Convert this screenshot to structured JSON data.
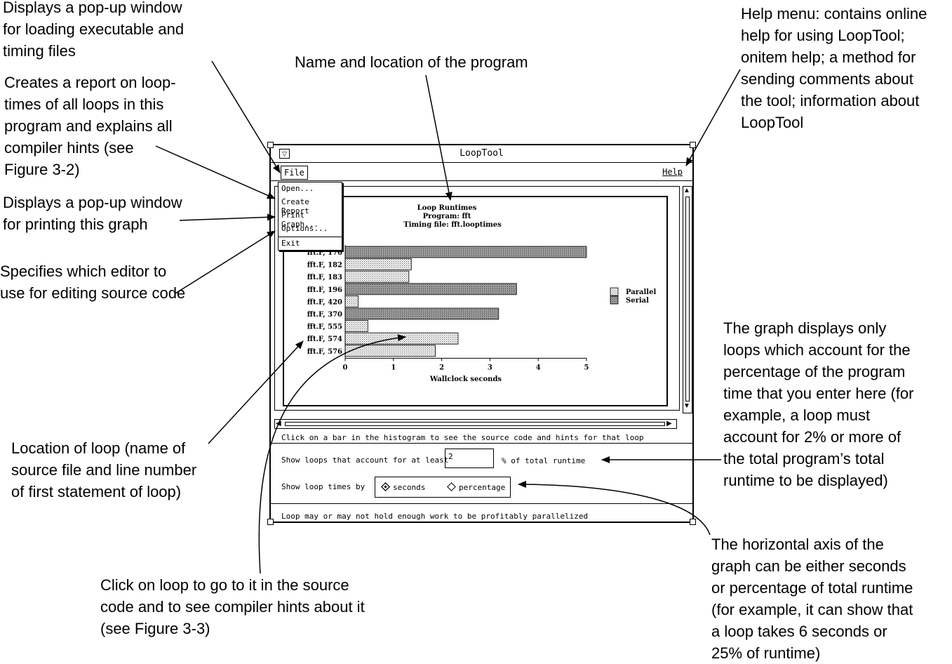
{
  "callouts": {
    "open": "Displays a pop-up window\nfor loading executable and\ntiming files",
    "report": "Creates a report on loop-\ntimes of all loops in this\nprogram and explains all\ncompiler hints (see\nFigure 3-2)",
    "print": "Displays a pop-up window\nfor printing this graph",
    "options": "Specifies which editor to\nuse for editing source code",
    "program_name": "Name and location of the program",
    "help_menu": "Help menu: contains online\nhelp for using LoopTool;\nonitem help; a method for\nsending comments about\nthe tool; information about\nLoopTool",
    "threshold": "The graph displays only\nloops which account for the\npercentage of the program\ntime that you enter here (for\nexample, a loop must\naccount for 2% or more of\nthe total program’s total\nruntime to be displayed)",
    "loop_location": "Location of loop (name of\nsource file and line number\nof first statement of loop)",
    "click_loop": "Click on loop to go to it in the source\ncode and to see compiler hints about it\n(see Figure 3-3)",
    "axis": "The horizontal axis of the\ngraph can be either seconds\nor percentage of total runtime\n(for example, it can show that\na loop takes 6 seconds or\n25% of runtime)"
  },
  "window": {
    "title": "LoopTool",
    "menu_file": "File",
    "menu_help": "Help",
    "file_menu_items": [
      "Open...",
      "Create Report",
      "Print Graph...",
      "Options...",
      "Exit"
    ],
    "status_hint": "Click on a bar in the histogram to see the source code and hints for that loop",
    "threshold_label": "Show loops that account for at least",
    "threshold_value": "2",
    "threshold_suffix": "% of total runtime",
    "show_by_label": "Show loop times by",
    "radio_seconds": "seconds",
    "radio_percentage": "percentage",
    "radio_selected": "seconds",
    "footer_status": "Loop may or may not hold enough work to be profitably parallelized"
  },
  "chart_data": {
    "type": "bar",
    "orientation": "horizontal",
    "title": "Loop Runtimes",
    "subtitle_lines": [
      "Program: fft",
      "Timing file: fft.looptimes"
    ],
    "categories": [
      "fft.F, 176",
      "fft.F, 182",
      "fft.F, 183",
      "fft.F, 196",
      "fft.F, 420",
      "fft.F, 370",
      "fft.F, 555",
      "fft.F, 574",
      "fft.F, 576"
    ],
    "values": [
      5.0,
      1.37,
      1.32,
      3.55,
      0.27,
      3.18,
      0.47,
      2.34,
      1.87
    ],
    "bar_kind": [
      "Serial",
      "Parallel",
      "Parallel",
      "Serial",
      "Parallel",
      "Serial",
      "Parallel",
      "Parallel",
      "Parallel"
    ],
    "legend": [
      "Parallel",
      "Serial"
    ],
    "legend_position": "right",
    "xlabel": "Wallclock seconds",
    "xticks": [
      0,
      1,
      2,
      3,
      4,
      5
    ],
    "xlim": [
      0,
      5
    ]
  }
}
